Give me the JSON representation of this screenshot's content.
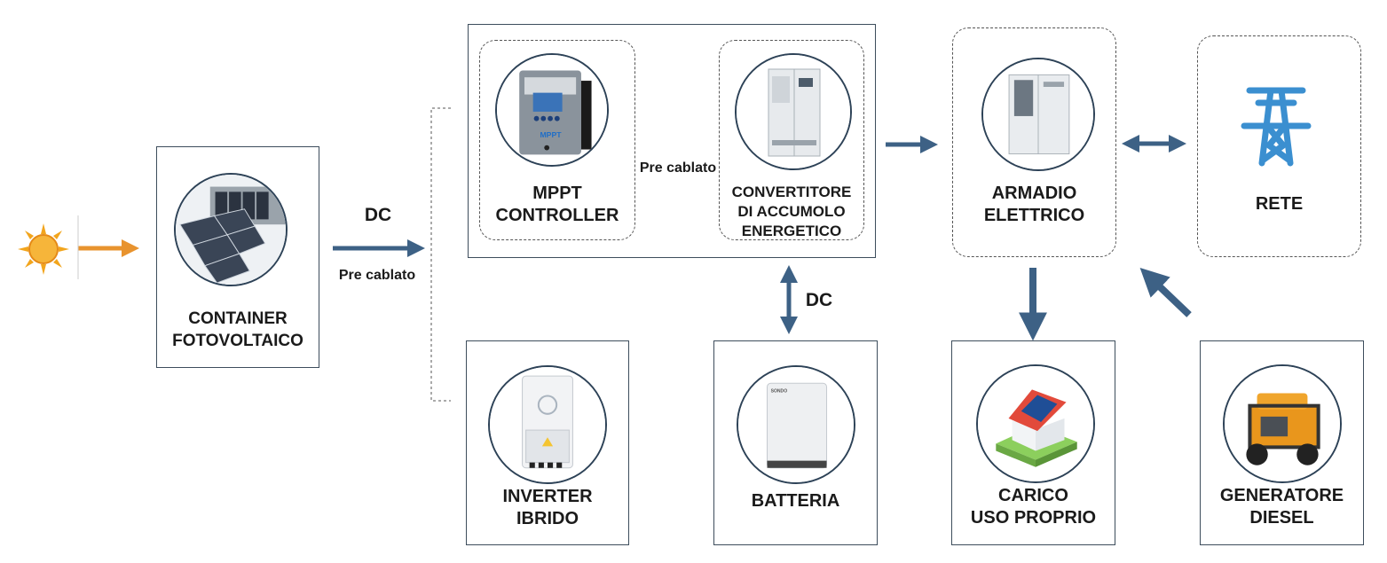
{
  "nodes": {
    "container": {
      "label": "CONTAINER\nFOTOVOLTAICO"
    },
    "mppt": {
      "label": "MPPT\nCONTROLLER",
      "screen_text": "MPPT"
    },
    "converter": {
      "label": "CONVERTITORE\nDI ACCUMOLO\nENERGETICO"
    },
    "cabinet": {
      "label": "ARMADIO\nELETTRICO"
    },
    "grid": {
      "label": "RETE"
    },
    "inverter": {
      "label": "INVERTER\nIBRIDO"
    },
    "battery": {
      "label": "BATTERIA",
      "brand": "SONDO"
    },
    "load": {
      "label": "CARICO\nUSO PROPRIO"
    },
    "generator": {
      "label": "GENERATORE\nDIESEL"
    }
  },
  "connectors": {
    "dc_main": "DC",
    "prewired_main": "Pre cablato",
    "prewired_inner": "Pre cablato",
    "dc_battery": "DC"
  },
  "colors": {
    "arrow_blue": "#3d6185",
    "arrow_orange": "#e8932e",
    "circle_border": "#2d4257",
    "grid_icon": "#3b8fd0",
    "sun": "#f2a51d"
  },
  "icons": {
    "sun": "sun-icon",
    "grid": "transmission-tower-icon"
  }
}
